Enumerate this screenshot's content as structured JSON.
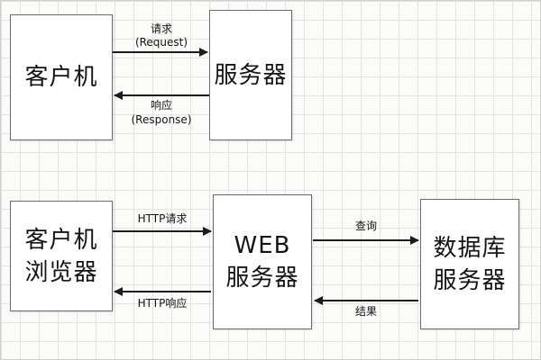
{
  "diagram": {
    "top": {
      "client_box": "客户机",
      "server_box": "服务器",
      "request_label": "请求",
      "request_sub": "(Request)",
      "response_label": "响应",
      "response_sub": "(Response)"
    },
    "bottom": {
      "browser_box_line1": "客户机",
      "browser_box_line2": "浏览器",
      "web_box_line1": "WEB",
      "web_box_line2": "服务器",
      "db_box_line1": "数据库",
      "db_box_line2": "服务器",
      "http_request_label": "HTTP请求",
      "http_response_label": "HTTP响应",
      "query_label": "查询",
      "result_label": "结果"
    }
  }
}
